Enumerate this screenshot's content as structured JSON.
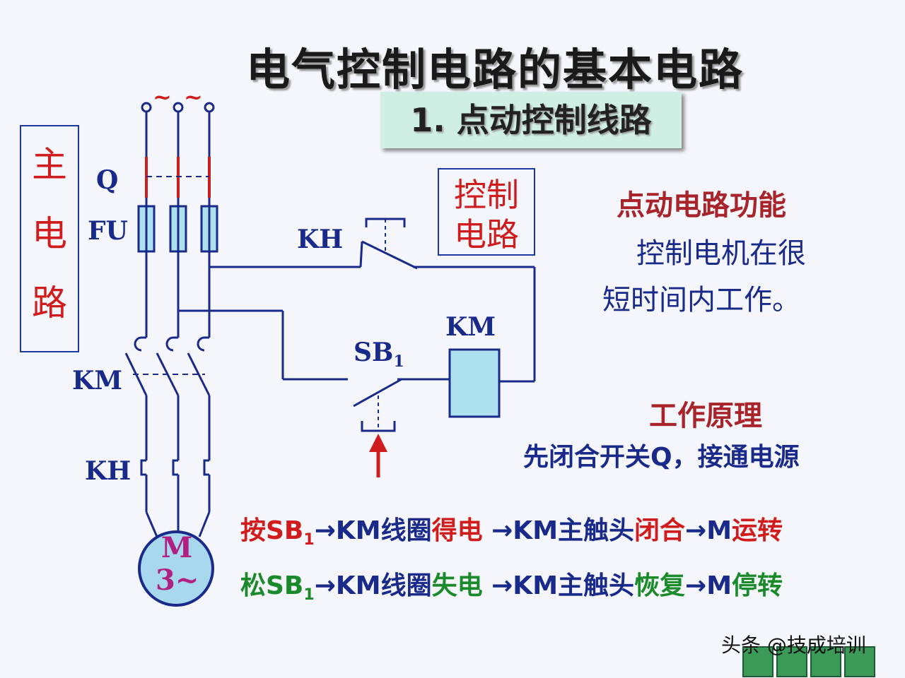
{
  "title": "电气控制电路的基本电路",
  "subtitle": "1. 点动控制线路",
  "main_circuit_box": [
    "主",
    "电",
    "路"
  ],
  "control_circuit_box": [
    "控制",
    "电路"
  ],
  "labels": {
    "q": "Q",
    "fu": "FU",
    "km_main": "KM",
    "kh_main": "KH",
    "kh_control": "KH",
    "km_coil": "KM",
    "sb1_base": "SB",
    "sb1_sub": "1",
    "tilde": "~",
    "motor_m": "M",
    "motor_3": "3~"
  },
  "function": {
    "heading": "点动电路功能",
    "line1": "控制电机在很",
    "line2": "短时间内工作。"
  },
  "principle": {
    "heading": "工作原理",
    "line": "先闭合开关Q，接通电源"
  },
  "sequence": [
    {
      "a": "按SB",
      "sub": "1",
      "b": "→KM线圈",
      "c": "得电",
      "d": " →KM主触头",
      "e": "闭合",
      "f": "→M",
      "g": "运转"
    },
    {
      "a": "松SB",
      "sub": "1",
      "b": "→KM线圈",
      "c": "失电",
      "d": " →KM主触头",
      "e": "恢复",
      "f": "→M",
      "g": "停转"
    }
  ],
  "watermark": "头条 @技成培训",
  "colors": {
    "wire": "#1a2a8a",
    "accent_red": "#d01c1c",
    "coil_fill": "#aee1f0",
    "motor_fill": "#a8d8ee",
    "green": "#1b8a2a"
  }
}
